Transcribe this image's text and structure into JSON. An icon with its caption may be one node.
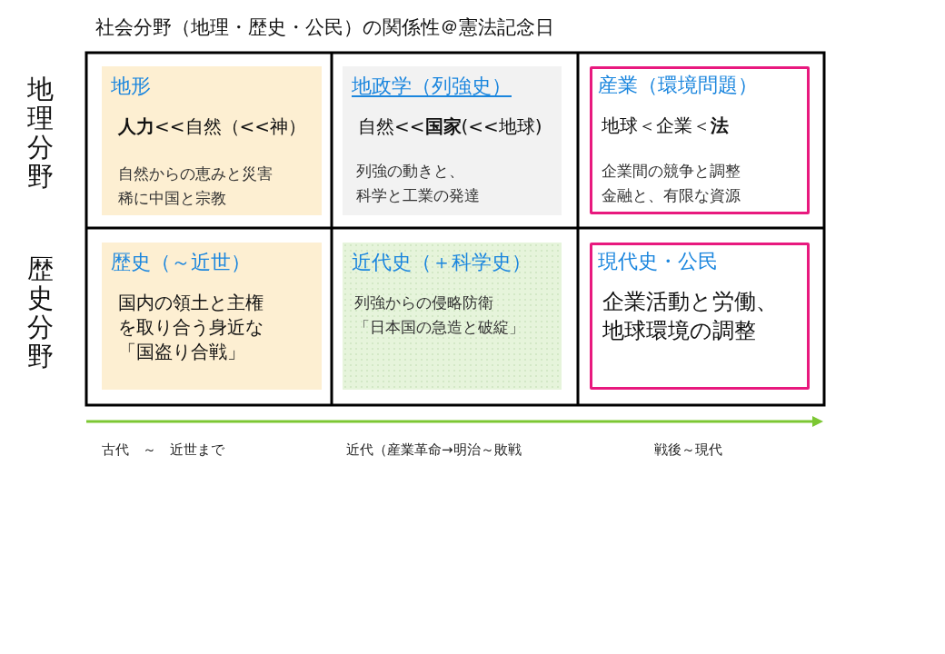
{
  "diagram": {
    "title": "社会分野（地理・歴史・公民）の関係性＠憲法記念日",
    "nodes": [
      {
        "text": [
          "地形",
          "**人力**<<自然（<<神）",
          "自然からの恵みと災害",
          "稀に中国と宗教"
        ]
      },
      {
        "text": [
          "地政学（列強史）",
          "自然<<**国家**(<<地球)",
          "列強の動きと、科学と工業の発達"
        ]
      },
      {
        "text": [
          "産業（環境問題）",
          "地球＜企業＜**法**",
          "企業間の競争と調整",
          "金融と、有限な資源"
        ]
      },
      {
        "text": [
          "歴史（～近世）",
          "国内の領土と主権を取り合う身近な「国盗り合戦」"
        ]
      },
      {
        "text": [
          "近代史（＋科学史）",
          "列強からの侵略防衛",
          "「日本国の急造と破綻」"
        ]
      },
      {
        "text": [
          "現代史・公民",
          "企業活動と労働、地球環境の調整"
        ]
      }
    ],
    "labels": [
      "地理分野",
      "歴史分野",
      "古代　～　近世まで",
      "近代（産業革命→明治～敗戦",
      "戦後～現代"
    ]
  }
}
